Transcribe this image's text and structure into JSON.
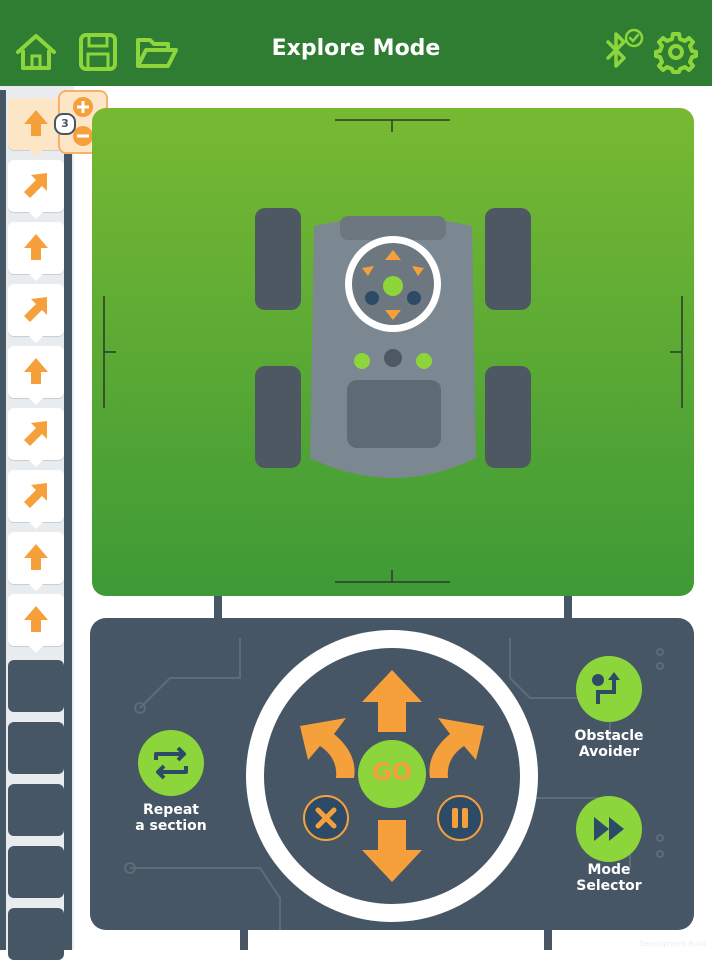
{
  "header": {
    "title": "Explore Mode",
    "left_icons": [
      "home-icon",
      "save-icon",
      "folder-open-icon"
    ],
    "right_icons": [
      "bluetooth-connected-icon",
      "gear-icon"
    ]
  },
  "program": {
    "blocks": [
      "forward",
      "forward-right",
      "forward",
      "forward-right",
      "forward",
      "forward-right",
      "forward-right",
      "forward",
      "forward"
    ],
    "empty_slots": 5,
    "selected_repeat_count": "3"
  },
  "controls": {
    "go_label": "GO",
    "repeat_label_line1": "Repeat",
    "repeat_label_line2": "a section",
    "obstacle_label_line1": "Obstacle",
    "obstacle_label_line2": "Avoider",
    "mode_label_line1": "Mode",
    "mode_label_line2": "Selector"
  },
  "footer": {
    "build_text": "Development Build"
  },
  "colors": {
    "topbar": "#2f7d32",
    "accent_orange": "#f6a03c",
    "accent_green": "#8cd63c",
    "panel": "#475664"
  }
}
